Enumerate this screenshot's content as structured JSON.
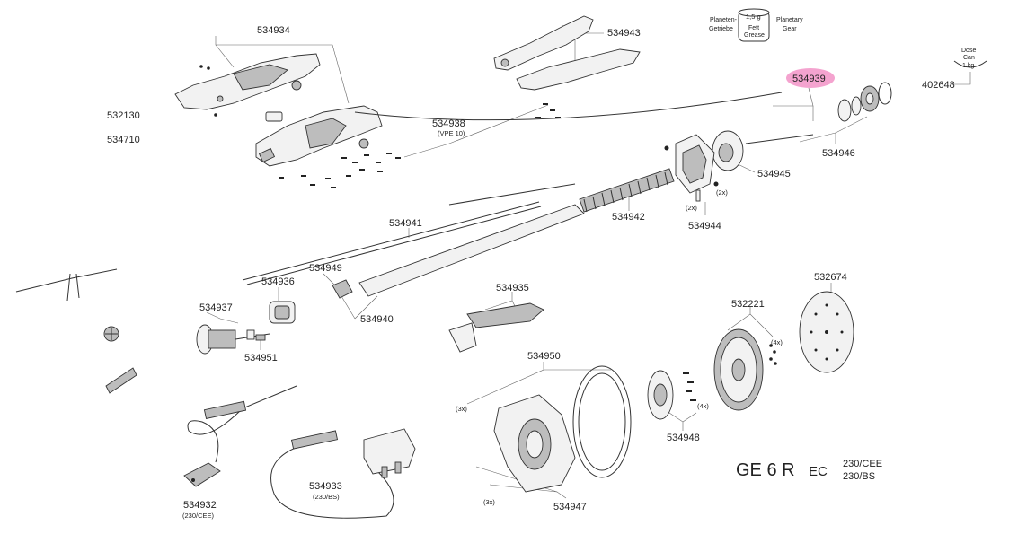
{
  "diagram": {
    "model": "GE 6 R",
    "variant": "EC",
    "voltages": [
      "230/CEE",
      "230/BS"
    ],
    "grease_legend": {
      "left_line1": "Planeten-",
      "left_line2": "Getriebe",
      "can_line1": "1,5 g",
      "can_line2": "Fett",
      "can_line3": "Grease",
      "right_line1": "Planetary",
      "right_line2": "Gear"
    },
    "dose_can": {
      "line1": "Dose",
      "line2": "Can",
      "line3": "1 kg",
      "part": "402648"
    },
    "highlight_color": "#f4a3cf",
    "parts": {
      "p534934": "534934",
      "p532130": "532130",
      "p534710": "534710",
      "p534938": "534938",
      "p534938_sub": "(VPE 10)",
      "p534943": "534943",
      "p534939": "534939",
      "p534946": "534946",
      "p534945": "534945",
      "p534942": "534942",
      "p534944": "534944",
      "p534941": "534941",
      "p534949": "534949",
      "p534940": "534940",
      "p534936": "534936",
      "p534937": "534937",
      "p534951": "534951",
      "p534935": "534935",
      "p532674": "532674",
      "p532221": "532221",
      "p534950": "534950",
      "p534948": "534948",
      "p534947": "534947",
      "p534932": "534932",
      "p534932_sub": "(230/CEE)",
      "p534933": "534933",
      "p534933_sub": "(230/BS)"
    },
    "qty": {
      "q2x_a": "(2x)",
      "q2x_b": "(2x)",
      "q4x_a": "(4x)",
      "q4x_b": "(4x)",
      "q3x_a": "(3x)",
      "q3x_b": "(3x)"
    }
  }
}
